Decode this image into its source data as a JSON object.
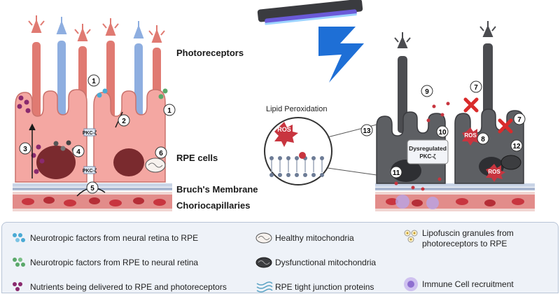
{
  "labels": {
    "photoreceptors": "Photoreceptors",
    "rpe_cells": "RPE cells",
    "bruchs": "Bruch's Membrane",
    "chorio": "Choriocapillaries",
    "lipid_peroxidation": "Lipid Peroxidation",
    "ros": "ROS",
    "dysregulated": "Dysregulated",
    "pkc_inset": "PKC-ζ",
    "pkc_a": "PKC-ζ",
    "pkc_b": "PKC-ζ"
  },
  "markers": [
    "1",
    "1",
    "2",
    "3",
    "4",
    "5",
    "6",
    "7",
    "7",
    "8",
    "9",
    "10",
    "11",
    "12",
    "13"
  ],
  "legend": {
    "items": [
      {
        "text": "Neurotropic factors from neural retina to RPE",
        "icon": "blue-dots-icon"
      },
      {
        "text": "Neurotropic factors from RPE to neural retina",
        "icon": "green-dots-icon"
      },
      {
        "text": "Nutrients being delivered to RPE and photoreceptors",
        "icon": "purple-dots-icon"
      },
      {
        "text": "Healthy mitochondria",
        "icon": "healthy-mitochondria-icon"
      },
      {
        "text": "Dysfunctional mitochondria",
        "icon": "dysfunctional-mitochondria-icon"
      },
      {
        "text": "RPE tight junction proteins",
        "icon": "tight-junction-icon"
      },
      {
        "text": "Lipofuscin granules from photoreceptors to RPE",
        "icon": "lipofuscin-icon"
      },
      {
        "text": "Immune Cell recruitment",
        "icon": "immune-cell-icon"
      }
    ],
    "lipofuscin_line1": "Lipofuscin granules from",
    "lipofuscin_line2": "photoreceptors to RPE"
  },
  "colors": {
    "rpe_healthy": "#f4a7a2",
    "rpe_damaged": "#5d5f63",
    "rod": "#8eaee0",
    "cone": "#e07a72",
    "lightning": "#1e6fd6",
    "blood": "#c8353f",
    "legend_bg": "#eef2f8"
  }
}
